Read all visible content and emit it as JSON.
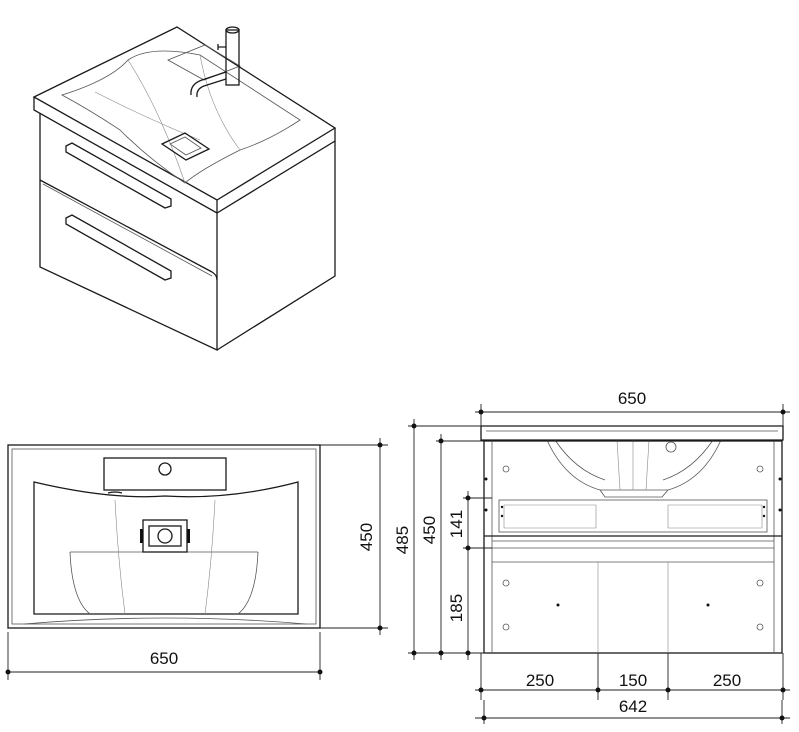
{
  "isometric_view": {},
  "top_view": {
    "dims": {
      "width": "650",
      "depth": "450"
    }
  },
  "front_view": {
    "dims": {
      "top_width": "650",
      "total_height": "485",
      "cabinet_height": "450",
      "upper_drawer": "141",
      "lower_drawer": "185",
      "left_section": "250",
      "middle_section": "150",
      "right_section": "250",
      "cabinet_width": "642"
    }
  },
  "colors": {
    "line": "#1a1a1a",
    "dimension": "#222222",
    "background": "#ffffff"
  }
}
